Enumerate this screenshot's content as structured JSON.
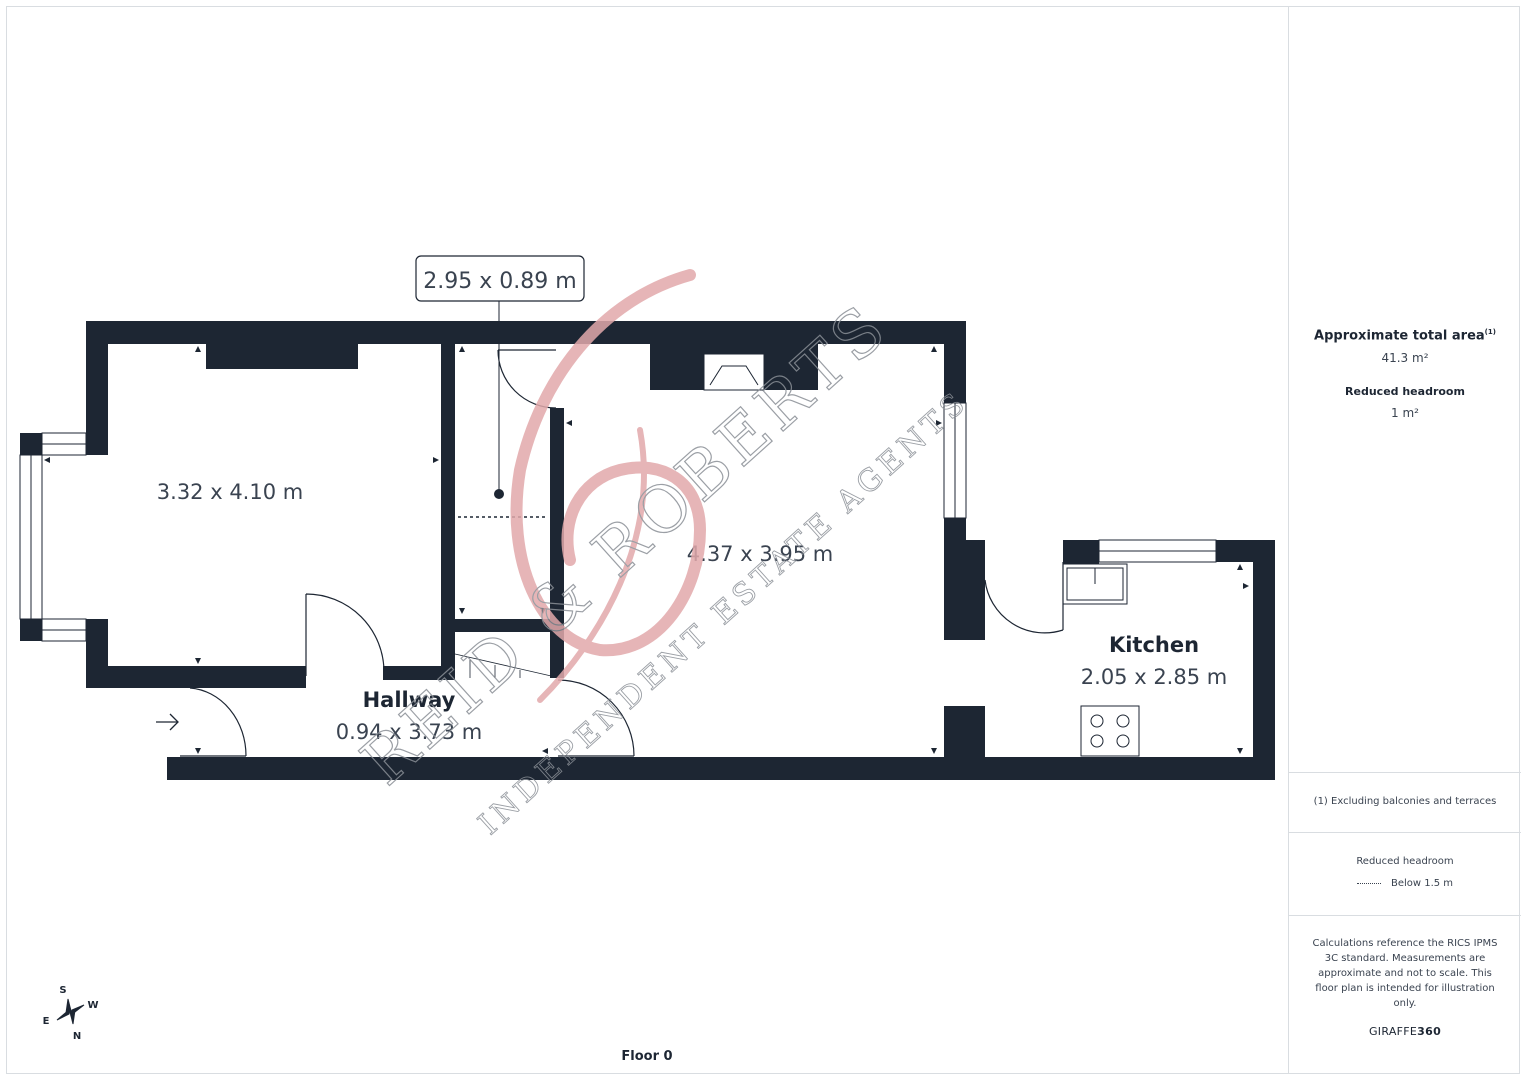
{
  "floor_label": "Floor 0",
  "rooms": {
    "room_a_dims": "3.32 x 4.10 m",
    "room_b_dims": "4.37 x 3.95 m",
    "hallway_name": "Hallway",
    "hallway_dims": "0.94 x 3.73 m",
    "kitchen_name": "Kitchen",
    "kitchen_dims": "2.05 x 2.85 m",
    "storage_callout": "2.95 x 0.89 m"
  },
  "compass": {
    "s": "S",
    "w": "W",
    "e": "E",
    "n": "N"
  },
  "watermark": {
    "logo_text": "REID & ROBERTS",
    "tagline": "INDEPENDENT ESTATE AGENTS"
  },
  "sidebar": {
    "total_area_title": "Approximate total area",
    "total_area_note_marker": "(1)",
    "total_area_value": "41.3 m²",
    "reduced_headroom_title": "Reduced headroom",
    "reduced_headroom_value": "1 m²",
    "footnote": "(1) Excluding balconies and terraces",
    "legend_title": "Reduced headroom",
    "legend_item": "Below 1.5 m",
    "disclaimer": "Calculations reference the RICS IPMS 3C standard. Measurements are approximate and not to scale. This floor plan is intended for illustration only.",
    "brand_prefix": "GIRAFFE",
    "brand_suffix": "360"
  },
  "colors": {
    "wall": "#1d2633",
    "watermark": "#e2a9ab",
    "text": "#1d2633"
  },
  "icons": [
    "entrance-arrow-icon",
    "compass-icon",
    "hob-icon",
    "sink-icon"
  ]
}
